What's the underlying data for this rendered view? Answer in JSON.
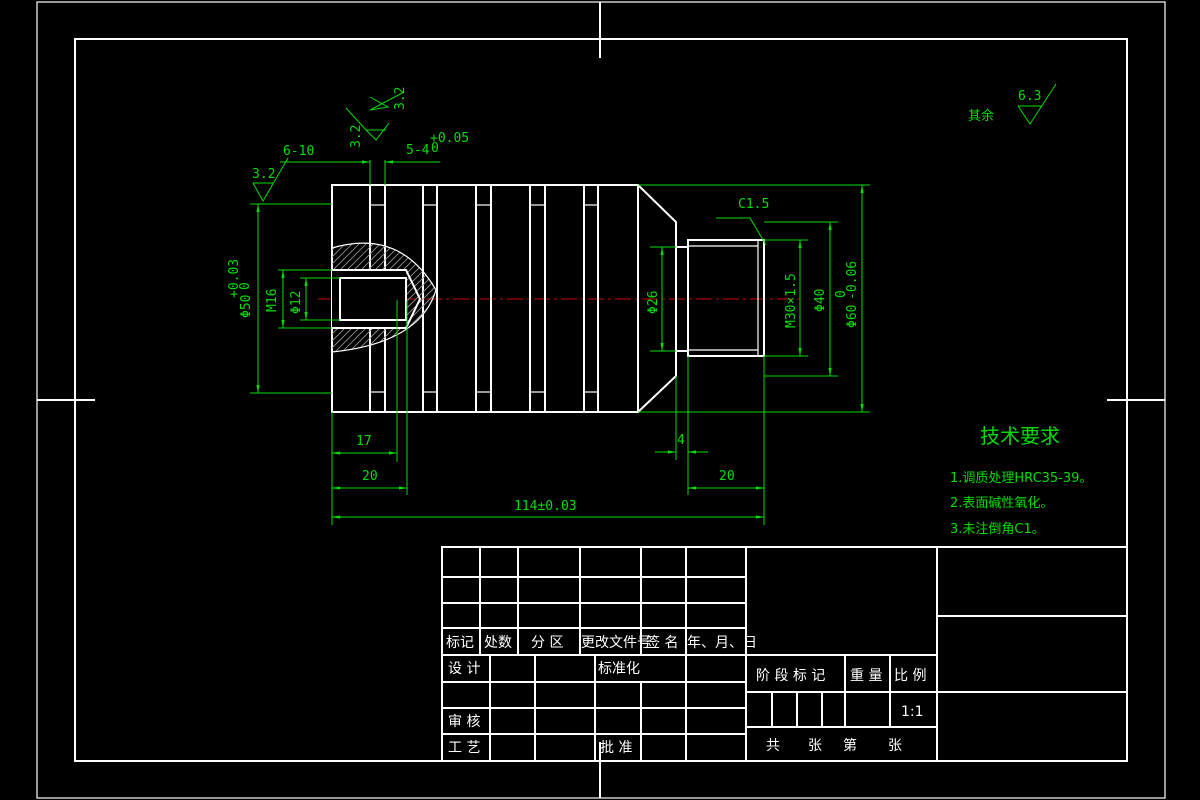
{
  "colors": {
    "background": "#000000",
    "outline": "#ffffff",
    "dimension": "#00dd00",
    "centerline": "#d00000"
  },
  "dimensions": {
    "d50": "Φ50",
    "d50_tol_upper": "+0.03",
    "d50_tol_lower": "0",
    "m16": "M16",
    "d12": "Φ12",
    "d26": "Φ26",
    "m30": "M30×1.5",
    "d40": "Φ40",
    "d60": "Φ60",
    "d60_tol_upper": "0",
    "d60_tol_lower": "-0.06",
    "len_17": "17",
    "len_20_left": "20",
    "len_4": "4",
    "len_20_right": "20",
    "len_total": "114±0.03",
    "groove_6_10": "6-10",
    "groove_5_4": "5-4",
    "groove_tol_upper": "+0.05",
    "groove_tol_lower": "0",
    "chamfer": "C1.5"
  },
  "roughness": {
    "left": "3.2",
    "top_a": "3.2",
    "top_b": "3.2",
    "other_label": "其余",
    "other_value": "6.3"
  },
  "tech_requirements": {
    "title": "技术要求",
    "items": [
      "1.调质处理HRC35-39。",
      "2.表面碱性氧化。",
      "3.未注倒角C1。"
    ]
  },
  "title_block": {
    "col_mark": "标记",
    "col_count": "处数",
    "col_zone": "分 区",
    "col_doc": "更改文件号",
    "col_sign": "签 名",
    "col_date": "年、月、日",
    "design": "设 计",
    "standard": "标准化",
    "review": "审 核",
    "process": "工 艺",
    "approve": "批 准",
    "stage_mark": "阶 段 标 记",
    "weight": "重 量",
    "scale_label": "比 例",
    "scale_value": "1:1",
    "sheets_total": "共",
    "sheets_word": "张",
    "sheet_no": "第",
    "sheet_word": "张"
  }
}
